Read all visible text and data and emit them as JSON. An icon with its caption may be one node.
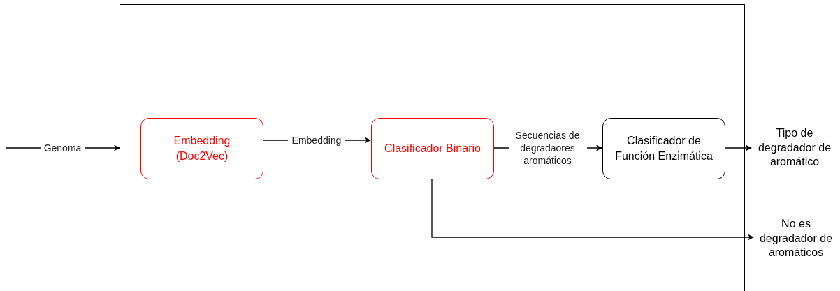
{
  "diagram": {
    "nodes": [
      {
        "text": [],
        "shape": "box"
      },
      {
        "text": [
          "Embedding (Doc2Vec)"
        ],
        "in": 0
      },
      {
        "text": [
          "Clasificador Binario"
        ],
        "in": 0
      },
      {
        "text": [
          "Clasificador de Función Enzimática"
        ],
        "in": 0
      },
      {
        "text": [
          "Tipo de degradador de aromático"
        ]
      },
      {
        "text": [
          "No es degradador de aromáticos"
        ]
      }
    ],
    "edges": [
      {
        "from": null,
        "to": 0,
        "arrow": "to",
        "label": "Genoma"
      },
      {
        "from": 1,
        "to": 2,
        "arrow": "to",
        "label": "Embedding"
      },
      {
        "from": 2,
        "to": 3,
        "arrow": "to",
        "label": "Secuencias de degradaores aromáticos"
      },
      {
        "from": 3,
        "to": 4,
        "arrow": "to"
      },
      {
        "from": 2,
        "to": 5,
        "arrow": "to"
      }
    ]
  }
}
